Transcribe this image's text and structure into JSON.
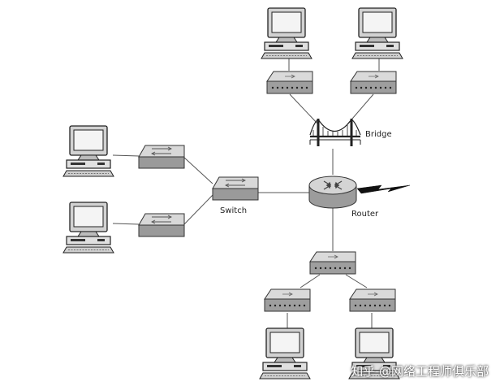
{
  "labels": {
    "bridge": "Bridge",
    "switch": "Switch",
    "router": "Router"
  },
  "watermark": "知乎 @网络工程师俱乐部",
  "colors": {
    "line": "#555555",
    "device_top": "#d8d8d8",
    "device_front": "#9a9a9a",
    "router_body": "#bdbdbd",
    "monitor_screen": "#f4f4f4"
  },
  "icons": {
    "computer": "computer-icon",
    "hub": "hub-icon",
    "switch": "switch-icon",
    "router": "router-icon",
    "bridge": "bridge-icon",
    "wan": "lightning-bolt-icon"
  }
}
